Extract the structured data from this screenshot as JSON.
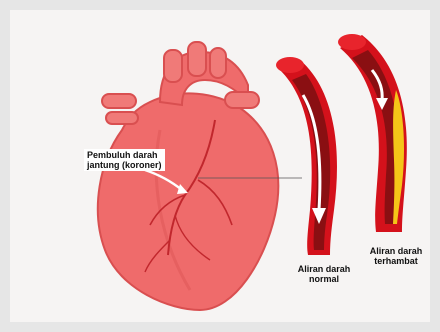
{
  "labels": {
    "coronary_vessel": "Pembuluh darah\njantung (koroner)",
    "normal_flow": "Aliran darah\nnormal",
    "blocked_flow": "Aliran darah\nterhambat"
  },
  "colors": {
    "background": "#f6f4f3",
    "heart": "#ef6b6b",
    "heart_shadow": "#d94f50",
    "artery_outer": "#d4111b",
    "artery_lumen": "#8a0f12",
    "plaque": "#f5c518",
    "arrow": "#ffffff"
  }
}
